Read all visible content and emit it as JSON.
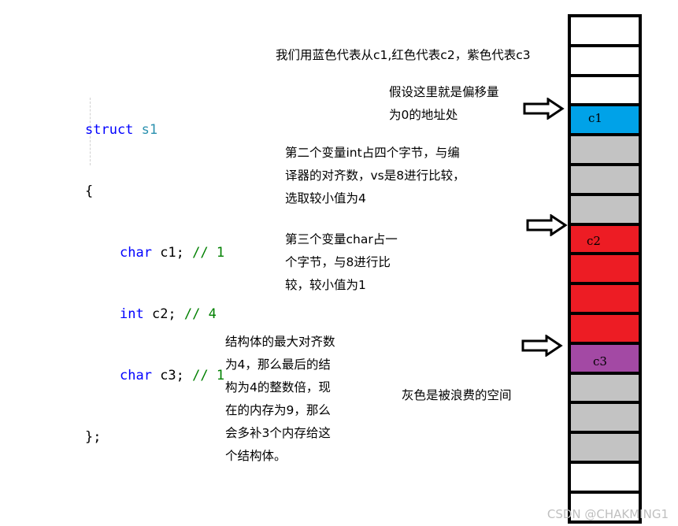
{
  "code": {
    "struct_kw": "struct",
    "struct_name": "s1",
    "open_brace": "{",
    "lines": [
      {
        "type": "char",
        "decl": " c1; ",
        "comment": "// 1"
      },
      {
        "type": "int",
        "decl": " c2; ",
        "comment": "// 4"
      },
      {
        "type": "char",
        "decl": " c3; ",
        "comment": "// 1"
      }
    ],
    "close_brace": "};"
  },
  "notes": {
    "legend": "我们用蓝色代表从c1,红色代表c2，紫色代表c3",
    "offset_zero": [
      "假设这里就是偏移量",
      "为0的地址处"
    ],
    "second_var": [
      "第二个变量int占四个字节，与编",
      "译器的对齐数，vs是8进行比较，",
      "选取较小值为4"
    ],
    "third_var": [
      "第三个变量char占一",
      "个字节，与8进行比",
      "较，较小值为1"
    ],
    "max_align": [
      "结构体的最大对齐数",
      "为4，那么最后的结",
      "构为4的整数倍，现",
      "在的内存为9，那么",
      "会多补3个内存给这",
      "个结构体。"
    ],
    "gray_waste": "灰色是被浪费的空间"
  },
  "memory": {
    "colors": {
      "white": "#ffffff",
      "blue": "#00a2e8",
      "gray": "#c3c3c3",
      "red": "#ed1c24",
      "purple": "#a349a4"
    },
    "cells": [
      {
        "color": "white",
        "label": ""
      },
      {
        "color": "white",
        "label": ""
      },
      {
        "color": "white",
        "label": ""
      },
      {
        "color": "blue",
        "label": "c1"
      },
      {
        "color": "gray",
        "label": ""
      },
      {
        "color": "gray",
        "label": ""
      },
      {
        "color": "gray",
        "label": ""
      },
      {
        "color": "red",
        "label": "c2"
      },
      {
        "color": "red",
        "label": ""
      },
      {
        "color": "red",
        "label": ""
      },
      {
        "color": "red",
        "label": ""
      },
      {
        "color": "purple",
        "label": "c3"
      },
      {
        "color": "gray",
        "label": ""
      },
      {
        "color": "gray",
        "label": ""
      },
      {
        "color": "gray",
        "label": ""
      },
      {
        "color": "white",
        "label": ""
      },
      {
        "color": "white",
        "label": ""
      }
    ]
  },
  "watermark": "CSDN @CHAKMING1"
}
